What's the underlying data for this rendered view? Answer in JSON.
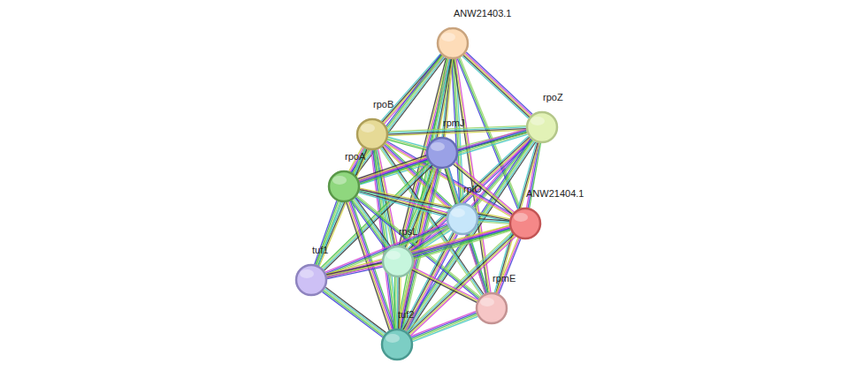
{
  "diagram": {
    "nodes": [
      {
        "text": [
          "ANW21403.1"
        ]
      },
      {
        "text": [
          "rpoZ"
        ]
      },
      {
        "text": [
          "rpoB"
        ]
      },
      {
        "text": [
          "rpmJ"
        ]
      },
      {
        "text": [
          "rpoA"
        ]
      },
      {
        "text": [
          "rplO"
        ]
      },
      {
        "text": [
          "ANW21404.1"
        ]
      },
      {
        "text": [
          "rpsL"
        ]
      },
      {
        "text": [
          "tuf1"
        ]
      },
      {
        "text": [
          "rpmE"
        ]
      },
      {
        "text": [
          "tuf2"
        ]
      }
    ],
    "edges": [
      {
        "from": 0,
        "to": 1,
        "arrow": "none"
      },
      {
        "from": 0,
        "to": 2,
        "arrow": "none"
      },
      {
        "from": 0,
        "to": 3,
        "arrow": "none"
      },
      {
        "from": 0,
        "to": 4,
        "arrow": "none"
      },
      {
        "from": 0,
        "to": 5,
        "arrow": "none"
      },
      {
        "from": 0,
        "to": 6,
        "arrow": "none"
      },
      {
        "from": 0,
        "to": 7,
        "arrow": "none"
      },
      {
        "from": 0,
        "to": 9,
        "arrow": "none"
      },
      {
        "from": 0,
        "to": 10,
        "arrow": "none"
      },
      {
        "from": 1,
        "to": 2,
        "arrow": "none"
      },
      {
        "from": 1,
        "to": 3,
        "arrow": "none"
      },
      {
        "from": 1,
        "to": 4,
        "arrow": "none"
      },
      {
        "from": 1,
        "to": 5,
        "arrow": "none"
      },
      {
        "from": 1,
        "to": 6,
        "arrow": "none"
      },
      {
        "from": 1,
        "to": 7,
        "arrow": "none"
      },
      {
        "from": 1,
        "to": 9,
        "arrow": "none"
      },
      {
        "from": 1,
        "to": 10,
        "arrow": "none"
      },
      {
        "from": 2,
        "to": 3,
        "arrow": "none"
      },
      {
        "from": 2,
        "to": 4,
        "arrow": "none"
      },
      {
        "from": 2,
        "to": 5,
        "arrow": "none"
      },
      {
        "from": 2,
        "to": 6,
        "arrow": "none"
      },
      {
        "from": 2,
        "to": 7,
        "arrow": "none"
      },
      {
        "from": 2,
        "to": 8,
        "arrow": "none"
      },
      {
        "from": 2,
        "to": 9,
        "arrow": "none"
      },
      {
        "from": 2,
        "to": 10,
        "arrow": "none"
      },
      {
        "from": 3,
        "to": 4,
        "arrow": "none"
      },
      {
        "from": 3,
        "to": 5,
        "arrow": "none"
      },
      {
        "from": 3,
        "to": 6,
        "arrow": "none"
      },
      {
        "from": 3,
        "to": 7,
        "arrow": "none"
      },
      {
        "from": 3,
        "to": 8,
        "arrow": "none"
      },
      {
        "from": 3,
        "to": 9,
        "arrow": "none"
      },
      {
        "from": 3,
        "to": 10,
        "arrow": "none"
      },
      {
        "from": 4,
        "to": 5,
        "arrow": "none"
      },
      {
        "from": 4,
        "to": 6,
        "arrow": "none"
      },
      {
        "from": 4,
        "to": 7,
        "arrow": "none"
      },
      {
        "from": 4,
        "to": 8,
        "arrow": "none"
      },
      {
        "from": 4,
        "to": 9,
        "arrow": "none"
      },
      {
        "from": 4,
        "to": 10,
        "arrow": "none"
      },
      {
        "from": 5,
        "to": 6,
        "arrow": "none"
      },
      {
        "from": 5,
        "to": 7,
        "arrow": "none"
      },
      {
        "from": 5,
        "to": 8,
        "arrow": "none"
      },
      {
        "from": 5,
        "to": 9,
        "arrow": "none"
      },
      {
        "from": 5,
        "to": 10,
        "arrow": "none"
      },
      {
        "from": 6,
        "to": 7,
        "arrow": "none"
      },
      {
        "from": 6,
        "to": 8,
        "arrow": "none"
      },
      {
        "from": 6,
        "to": 9,
        "arrow": "none"
      },
      {
        "from": 6,
        "to": 10,
        "arrow": "none"
      },
      {
        "from": 7,
        "to": 8,
        "arrow": "none"
      },
      {
        "from": 7,
        "to": 9,
        "arrow": "none"
      },
      {
        "from": 7,
        "to": 10,
        "arrow": "none"
      },
      {
        "from": 8,
        "to": 10,
        "arrow": "none"
      },
      {
        "from": 9,
        "to": 10,
        "arrow": "none"
      }
    ]
  }
}
